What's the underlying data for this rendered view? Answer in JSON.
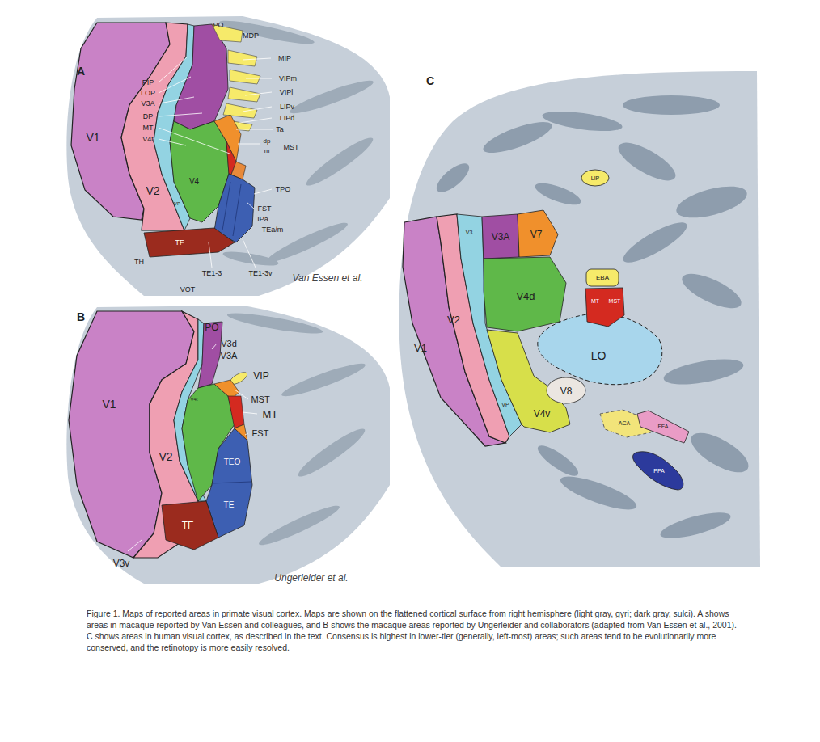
{
  "diagram": {
    "caption": "Figure 1. Maps of reported areas in primate visual cortex. Maps are shown on the flattened cortical surface from right hemisphere (light gray, gyri; dark gray, sulci). A shows areas in macaque reported by Van Essen and colleagues, and B shows the macaque areas reported by Ungerleider and collaborators (adapted from Van Essen et al., 2001). C shows areas in human visual cortex, as described in the text. Consensus is highest in lower-tier (generally, left-most) areas; such areas tend to be evolutionarily more conserved, and the retinotopy is more easily resolved.",
    "labels": [
      "A",
      "PO",
      "MDP",
      "MIP",
      "VIPm",
      "VIPl",
      "LIPv",
      "LIPd",
      "Ta",
      "dp",
      "m",
      "MST",
      "TPO",
      "FST",
      "IPa",
      "TEa/m",
      "TE1-3",
      "TE1-3v",
      "TH",
      "VOT",
      "Van Essen et al.",
      "PIP",
      "LOP",
      "V3A",
      "DP",
      "MT",
      "V4t",
      "V1",
      "V2",
      "V4",
      "VP",
      "TF",
      "B",
      "PO",
      "V3d",
      "V3A",
      "VIP",
      "V4t",
      "MST",
      "MT",
      "FST",
      "V1",
      "V2",
      "V3v",
      "TF",
      "TEO",
      "TE",
      "Ungerleider et al.",
      "C",
      "LIP",
      "V3",
      "V3A",
      "V7",
      "EBA",
      "MT",
      "MST",
      "V4d",
      "LO",
      "V8",
      "V4v",
      "VP",
      "V1",
      "V2",
      "ACA",
      "FFA",
      "PPA"
    ]
  }
}
